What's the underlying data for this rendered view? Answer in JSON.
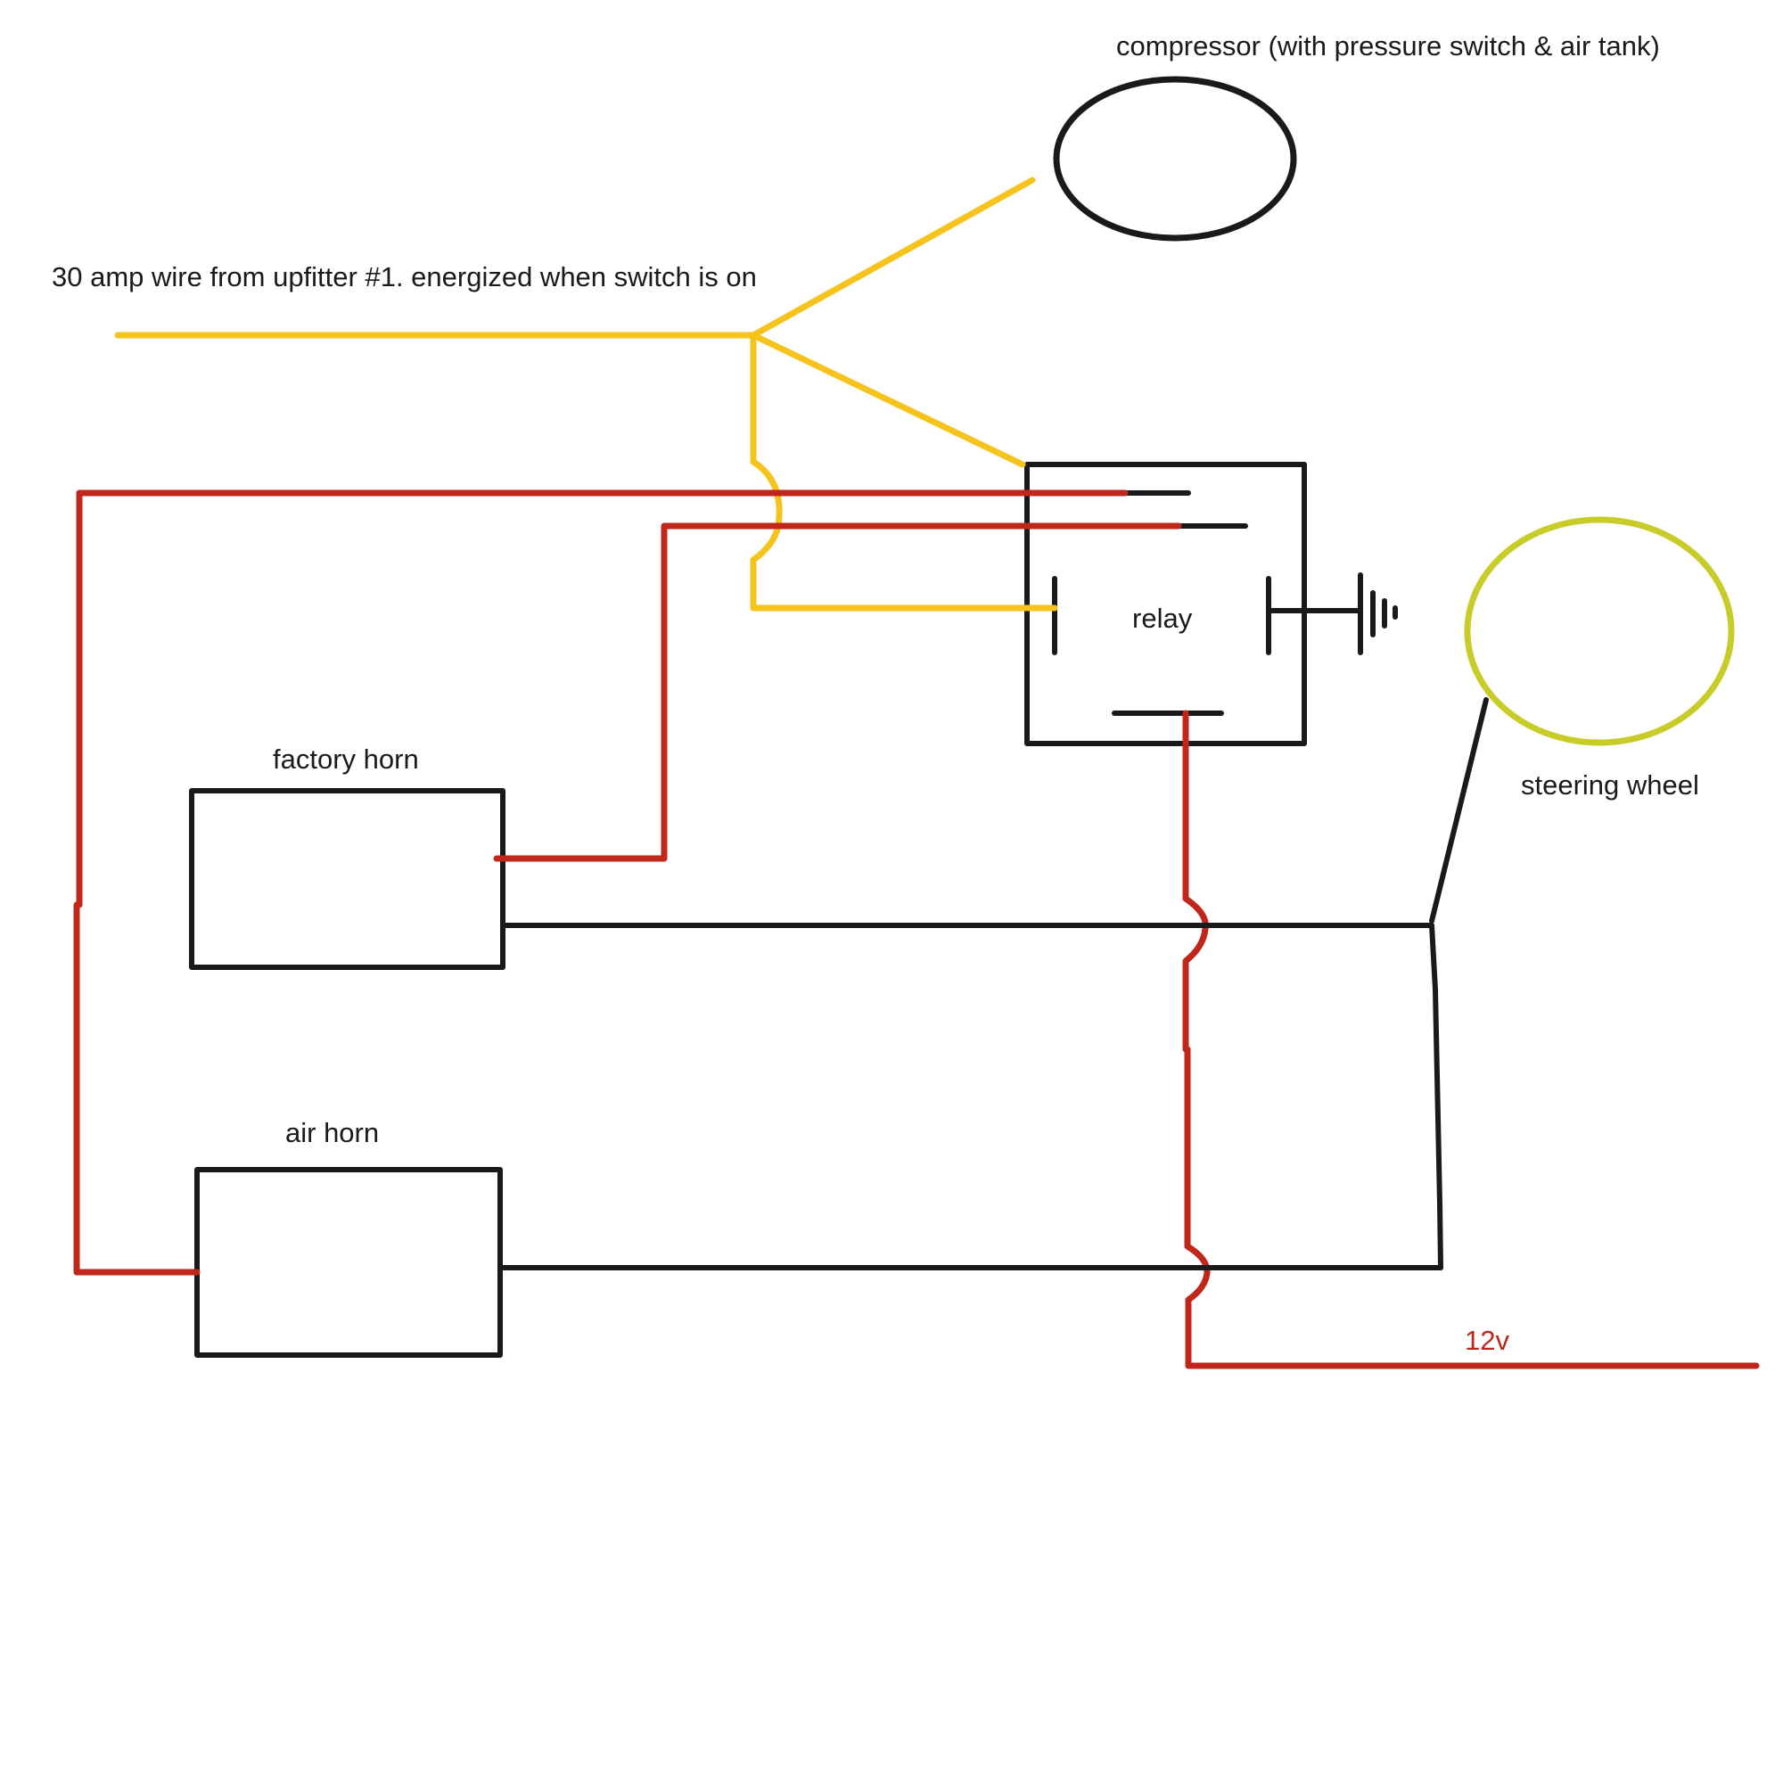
{
  "labels": {
    "compressor": "compressor (with pressure switch & air tank)",
    "upfitter": "30 amp wire from upfitter #1. energized when switch is on",
    "relay": "relay",
    "steering_wheel": "steering wheel",
    "factory_horn": "factory horn",
    "air_horn": "air horn",
    "voltage": "12v"
  },
  "colors": {
    "yellow_wire": "#f6c21c",
    "red_wire": "#c0261a",
    "black_wire": "#1a1a1a",
    "steering_wheel": "#c8cc28",
    "background": "#ffffff"
  }
}
